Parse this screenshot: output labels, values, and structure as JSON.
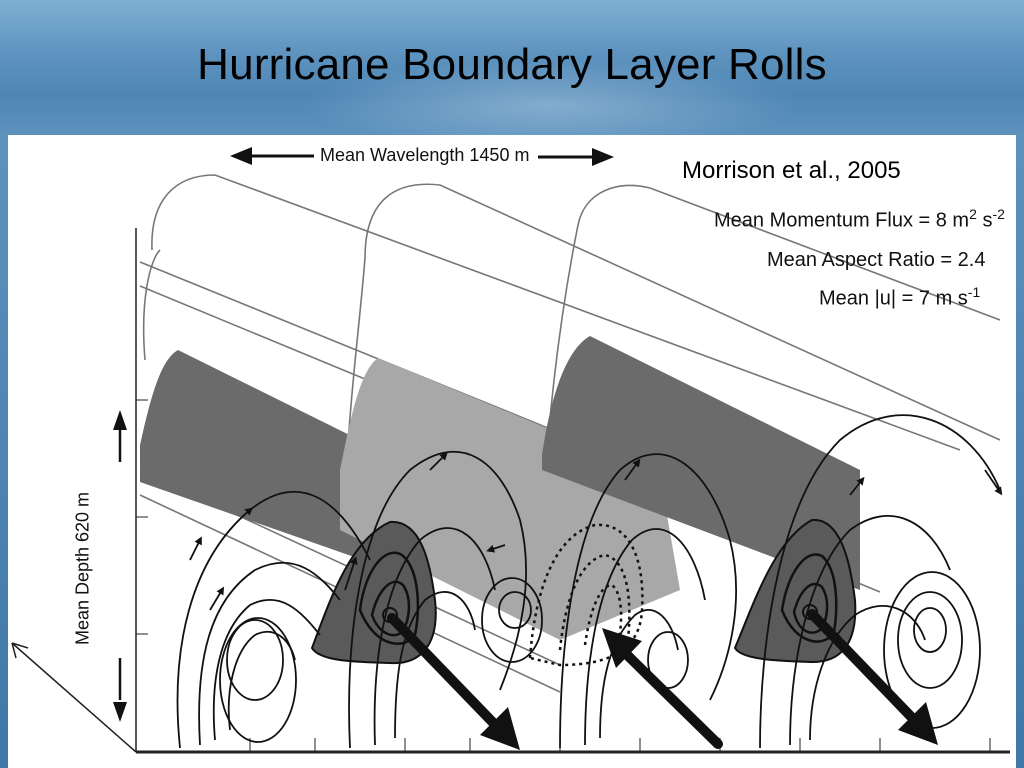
{
  "slide": {
    "title": "Hurricane Boundary Layer Rolls"
  },
  "figure": {
    "citation": "Morrison et al., 2005",
    "wavelength_label": "Mean Wavelength 1450 m",
    "depth_label": "Mean Depth 620 m",
    "stats": {
      "momentum_flux": {
        "text": "Mean Momentum Flux = 8 m",
        "exp1": "2",
        "mid": " s",
        "exp2": "-2"
      },
      "aspect_ratio": {
        "text": "Mean Aspect Ratio = 2.4"
      },
      "mean_u": {
        "text": "Mean |u| = 7 m s",
        "exp": "-1"
      }
    }
  },
  "colors": {
    "header": "#5e93bf",
    "dark_shading": "#6b6b6b",
    "light_shading": "#a8a8a8",
    "contour_fill": "#5a5a5a",
    "lines": "#111111"
  }
}
